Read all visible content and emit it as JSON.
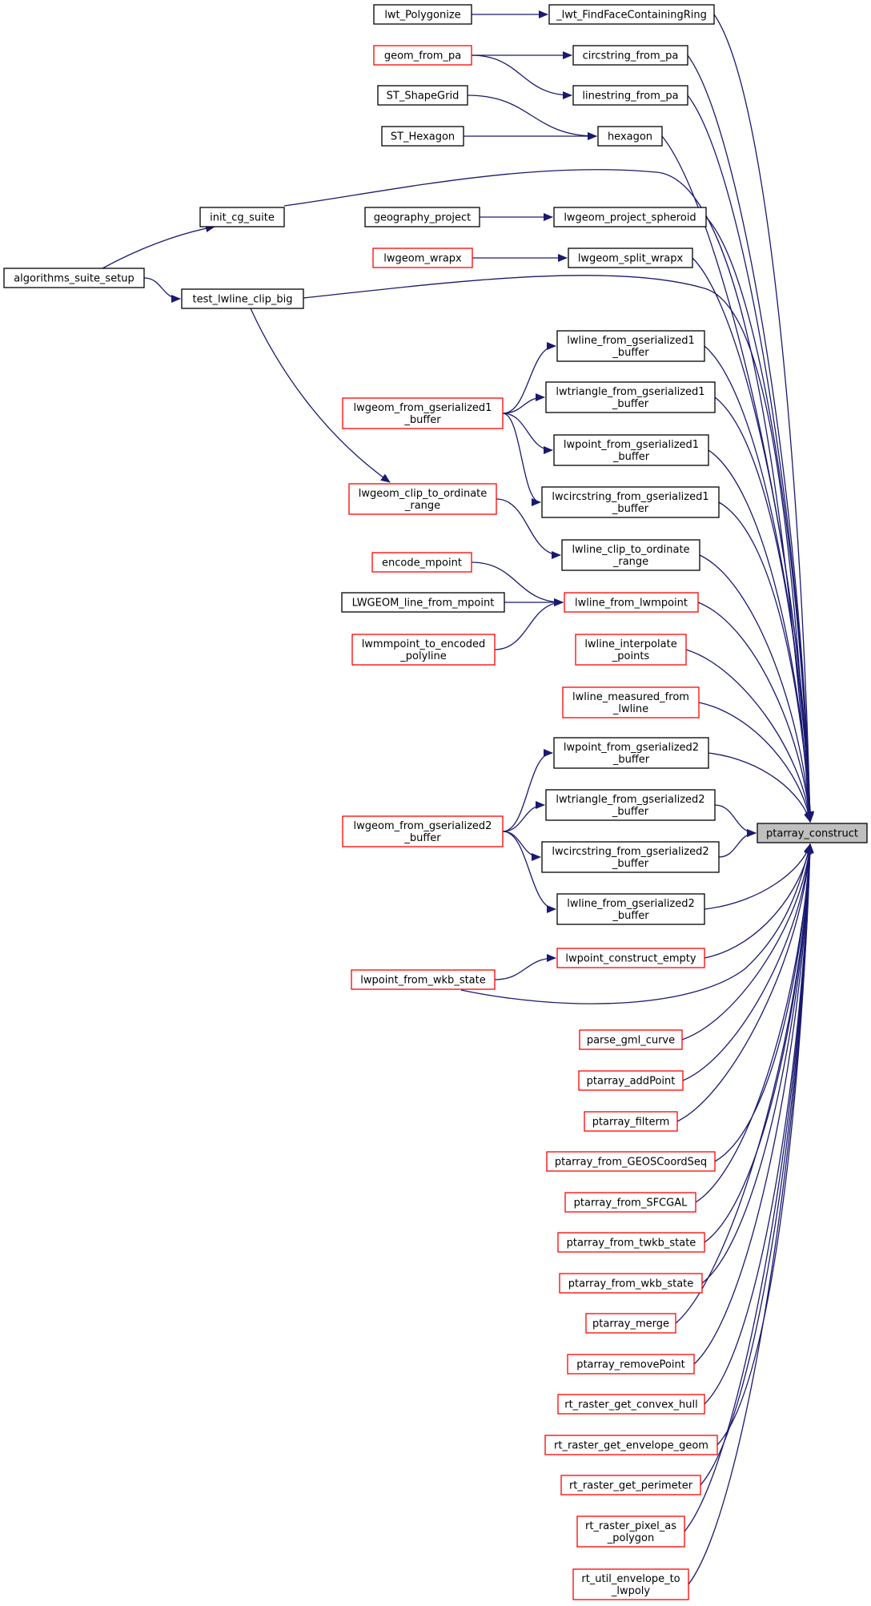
{
  "colors": {
    "edge": "#191970",
    "node_border": "#000000",
    "external_border": "#ff0000",
    "root_fill": "#bfbfbf",
    "background": "#ffffff"
  },
  "nodes": [
    {
      "id": "ptarray_construct",
      "lines": [
        "ptarray_construct"
      ],
      "kind": "root"
    },
    {
      "id": "_lwt_FindFaceContainingRing",
      "lines": [
        "_lwt_FindFaceContainingRing"
      ],
      "kind": "normal"
    },
    {
      "id": "lwt_Polygonize",
      "lines": [
        "lwt_Polygonize"
      ],
      "kind": "normal"
    },
    {
      "id": "circstring_from_pa",
      "lines": [
        "circstring_from_pa"
      ],
      "kind": "normal"
    },
    {
      "id": "geom_from_pa",
      "lines": [
        "geom_from_pa"
      ],
      "kind": "external"
    },
    {
      "id": "linestring_from_pa",
      "lines": [
        "linestring_from_pa"
      ],
      "kind": "normal"
    },
    {
      "id": "hexagon",
      "lines": [
        "hexagon"
      ],
      "kind": "normal"
    },
    {
      "id": "ST_ShapeGrid",
      "lines": [
        "ST_ShapeGrid"
      ],
      "kind": "normal"
    },
    {
      "id": "ST_Hexagon",
      "lines": [
        "ST_Hexagon"
      ],
      "kind": "normal"
    },
    {
      "id": "init_cg_suite",
      "lines": [
        "init_cg_suite"
      ],
      "kind": "normal"
    },
    {
      "id": "algorithms_suite_setup",
      "lines": [
        "algorithms_suite_setup"
      ],
      "kind": "normal"
    },
    {
      "id": "lwgeom_project_spheroid",
      "lines": [
        "lwgeom_project_spheroid"
      ],
      "kind": "normal"
    },
    {
      "id": "geography_project",
      "lines": [
        "geography_project"
      ],
      "kind": "normal"
    },
    {
      "id": "lwgeom_split_wrapx",
      "lines": [
        "lwgeom_split_wrapx"
      ],
      "kind": "normal"
    },
    {
      "id": "lwgeom_wrapx",
      "lines": [
        "lwgeom_wrapx"
      ],
      "kind": "external"
    },
    {
      "id": "test_lwline_clip_big",
      "lines": [
        "test_lwline_clip_big"
      ],
      "kind": "normal"
    },
    {
      "id": "lwline_from_gserialized1_buffer",
      "lines": [
        "lwline_from_gserialized1",
        "_buffer"
      ],
      "kind": "normal"
    },
    {
      "id": "lwgeom_from_gserialized1_buffer",
      "lines": [
        "lwgeom_from_gserialized1",
        "_buffer"
      ],
      "kind": "external"
    },
    {
      "id": "lwtriangle_from_gserialized1_buffer",
      "lines": [
        "lwtriangle_from_gserialized1",
        "_buffer"
      ],
      "kind": "normal"
    },
    {
      "id": "lwpoint_from_gserialized1_buffer",
      "lines": [
        "lwpoint_from_gserialized1",
        "_buffer"
      ],
      "kind": "normal"
    },
    {
      "id": "lwcircstring_from_gserialized1_buffer",
      "lines": [
        "lwcircstring_from_gserialized1",
        "_buffer"
      ],
      "kind": "normal"
    },
    {
      "id": "lwgeom_clip_to_ordinate_range",
      "lines": [
        "lwgeom_clip_to_ordinate",
        "_range"
      ],
      "kind": "external"
    },
    {
      "id": "lwline_clip_to_ordinate_range",
      "lines": [
        "lwline_clip_to_ordinate",
        "_range"
      ],
      "kind": "normal"
    },
    {
      "id": "encode_mpoint",
      "lines": [
        "encode_mpoint"
      ],
      "kind": "external"
    },
    {
      "id": "lwline_from_lwmpoint",
      "lines": [
        "lwline_from_lwmpoint"
      ],
      "kind": "external"
    },
    {
      "id": "LWGEOM_line_from_mpoint",
      "lines": [
        "LWGEOM_line_from_mpoint"
      ],
      "kind": "normal"
    },
    {
      "id": "lwmmpoint_to_encoded_polyline",
      "lines": [
        "lwmmpoint_to_encoded",
        "_polyline"
      ],
      "kind": "external"
    },
    {
      "id": "lwline_interpolate_points",
      "lines": [
        "lwline_interpolate",
        "_points"
      ],
      "kind": "external"
    },
    {
      "id": "lwline_measured_from_lwline",
      "lines": [
        "lwline_measured_from",
        "_lwline"
      ],
      "kind": "external"
    },
    {
      "id": "lwpoint_from_gserialized2_buffer",
      "lines": [
        "lwpoint_from_gserialized2",
        "_buffer"
      ],
      "kind": "normal"
    },
    {
      "id": "lwtriangle_from_gserialized2_buffer",
      "lines": [
        "lwtriangle_from_gserialized2",
        "_buffer"
      ],
      "kind": "normal"
    },
    {
      "id": "lwgeom_from_gserialized2_buffer",
      "lines": [
        "lwgeom_from_gserialized2",
        "_buffer"
      ],
      "kind": "external"
    },
    {
      "id": "lwcircstring_from_gserialized2_buffer",
      "lines": [
        "lwcircstring_from_gserialized2",
        "_buffer"
      ],
      "kind": "normal"
    },
    {
      "id": "lwline_from_gserialized2_buffer",
      "lines": [
        "lwline_from_gserialized2",
        "_buffer"
      ],
      "kind": "normal"
    },
    {
      "id": "lwpoint_construct_empty",
      "lines": [
        "lwpoint_construct_empty"
      ],
      "kind": "external"
    },
    {
      "id": "lwpoint_from_wkb_state",
      "lines": [
        "lwpoint_from_wkb_state"
      ],
      "kind": "external"
    },
    {
      "id": "parse_gml_curve",
      "lines": [
        "parse_gml_curve"
      ],
      "kind": "external"
    },
    {
      "id": "ptarray_addPoint",
      "lines": [
        "ptarray_addPoint"
      ],
      "kind": "external"
    },
    {
      "id": "ptarray_filterm",
      "lines": [
        "ptarray_filterm"
      ],
      "kind": "external"
    },
    {
      "id": "ptarray_from_GEOSCoordSeq",
      "lines": [
        "ptarray_from_GEOSCoordSeq"
      ],
      "kind": "external"
    },
    {
      "id": "ptarray_from_SFCGAL",
      "lines": [
        "ptarray_from_SFCGAL"
      ],
      "kind": "external"
    },
    {
      "id": "ptarray_from_twkb_state",
      "lines": [
        "ptarray_from_twkb_state"
      ],
      "kind": "external"
    },
    {
      "id": "ptarray_from_wkb_state",
      "lines": [
        "ptarray_from_wkb_state"
      ],
      "kind": "external"
    },
    {
      "id": "ptarray_merge",
      "lines": [
        "ptarray_merge"
      ],
      "kind": "external"
    },
    {
      "id": "ptarray_removePoint",
      "lines": [
        "ptarray_removePoint"
      ],
      "kind": "external"
    },
    {
      "id": "rt_raster_get_convex_hull",
      "lines": [
        "rt_raster_get_convex_hull"
      ],
      "kind": "external"
    },
    {
      "id": "rt_raster_get_envelope_geom",
      "lines": [
        "rt_raster_get_envelope_geom"
      ],
      "kind": "external"
    },
    {
      "id": "rt_raster_get_perimeter",
      "lines": [
        "rt_raster_get_perimeter"
      ],
      "kind": "external"
    },
    {
      "id": "rt_raster_pixel_as_polygon",
      "lines": [
        "rt_raster_pixel_as",
        "_polygon"
      ],
      "kind": "external"
    },
    {
      "id": "rt_util_envelope_to_lwpoly",
      "lines": [
        "rt_util_envelope_to",
        "_lwpoly"
      ],
      "kind": "external"
    }
  ],
  "edges": [
    {
      "from": "lwt_Polygonize",
      "to": "_lwt_FindFaceContainingRing"
    },
    {
      "from": "geom_from_pa",
      "to": "circstring_from_pa"
    },
    {
      "from": "geom_from_pa",
      "to": "linestring_from_pa"
    },
    {
      "from": "ST_ShapeGrid",
      "to": "hexagon"
    },
    {
      "from": "ST_Hexagon",
      "to": "hexagon"
    },
    {
      "from": "algorithms_suite_setup",
      "to": "init_cg_suite"
    },
    {
      "from": "algorithms_suite_setup",
      "to": "test_lwline_clip_big"
    },
    {
      "from": "geography_project",
      "to": "lwgeom_project_spheroid"
    },
    {
      "from": "lwgeom_wrapx",
      "to": "lwgeom_split_wrapx"
    },
    {
      "from": "test_lwline_clip_big",
      "to": "lwgeom_clip_to_ordinate_range"
    },
    {
      "from": "lwgeom_from_gserialized1_buffer",
      "to": "lwline_from_gserialized1_buffer"
    },
    {
      "from": "lwgeom_from_gserialized1_buffer",
      "to": "lwtriangle_from_gserialized1_buffer"
    },
    {
      "from": "lwgeom_from_gserialized1_buffer",
      "to": "lwpoint_from_gserialized1_buffer"
    },
    {
      "from": "lwgeom_from_gserialized1_buffer",
      "to": "lwcircstring_from_gserialized1_buffer"
    },
    {
      "from": "lwgeom_clip_to_ordinate_range",
      "to": "lwline_clip_to_ordinate_range"
    },
    {
      "from": "encode_mpoint",
      "to": "lwline_from_lwmpoint"
    },
    {
      "from": "LWGEOM_line_from_mpoint",
      "to": "lwline_from_lwmpoint"
    },
    {
      "from": "lwmmpoint_to_encoded_polyline",
      "to": "lwline_from_lwmpoint"
    },
    {
      "from": "lwgeom_from_gserialized2_buffer",
      "to": "lwpoint_from_gserialized2_buffer"
    },
    {
      "from": "lwgeom_from_gserialized2_buffer",
      "to": "lwtriangle_from_gserialized2_buffer"
    },
    {
      "from": "lwgeom_from_gserialized2_buffer",
      "to": "lwcircstring_from_gserialized2_buffer"
    },
    {
      "from": "lwgeom_from_gserialized2_buffer",
      "to": "lwline_from_gserialized2_buffer"
    },
    {
      "from": "lwpoint_from_wkb_state",
      "to": "lwpoint_construct_empty"
    },
    {
      "from": "_lwt_FindFaceContainingRing",
      "to": "ptarray_construct"
    },
    {
      "from": "circstring_from_pa",
      "to": "ptarray_construct"
    },
    {
      "from": "linestring_from_pa",
      "to": "ptarray_construct"
    },
    {
      "from": "hexagon",
      "to": "ptarray_construct"
    },
    {
      "from": "init_cg_suite",
      "to": "ptarray_construct"
    },
    {
      "from": "lwgeom_project_spheroid",
      "to": "ptarray_construct"
    },
    {
      "from": "lwgeom_split_wrapx",
      "to": "ptarray_construct"
    },
    {
      "from": "test_lwline_clip_big",
      "to": "ptarray_construct"
    },
    {
      "from": "lwline_from_gserialized1_buffer",
      "to": "ptarray_construct"
    },
    {
      "from": "lwtriangle_from_gserialized1_buffer",
      "to": "ptarray_construct"
    },
    {
      "from": "lwpoint_from_gserialized1_buffer",
      "to": "ptarray_construct"
    },
    {
      "from": "lwcircstring_from_gserialized1_buffer",
      "to": "ptarray_construct"
    },
    {
      "from": "lwline_clip_to_ordinate_range",
      "to": "ptarray_construct"
    },
    {
      "from": "lwline_from_lwmpoint",
      "to": "ptarray_construct"
    },
    {
      "from": "lwline_interpolate_points",
      "to": "ptarray_construct"
    },
    {
      "from": "lwline_measured_from_lwline",
      "to": "ptarray_construct"
    },
    {
      "from": "lwpoint_from_gserialized2_buffer",
      "to": "ptarray_construct"
    },
    {
      "from": "lwtriangle_from_gserialized2_buffer",
      "to": "ptarray_construct"
    },
    {
      "from": "lwcircstring_from_gserialized2_buffer",
      "to": "ptarray_construct"
    },
    {
      "from": "lwline_from_gserialized2_buffer",
      "to": "ptarray_construct"
    },
    {
      "from": "lwpoint_construct_empty",
      "to": "ptarray_construct"
    },
    {
      "from": "lwpoint_from_wkb_state",
      "to": "ptarray_construct"
    },
    {
      "from": "parse_gml_curve",
      "to": "ptarray_construct"
    },
    {
      "from": "ptarray_addPoint",
      "to": "ptarray_construct"
    },
    {
      "from": "ptarray_filterm",
      "to": "ptarray_construct"
    },
    {
      "from": "ptarray_from_GEOSCoordSeq",
      "to": "ptarray_construct"
    },
    {
      "from": "ptarray_from_SFCGAL",
      "to": "ptarray_construct"
    },
    {
      "from": "ptarray_from_twkb_state",
      "to": "ptarray_construct"
    },
    {
      "from": "ptarray_from_wkb_state",
      "to": "ptarray_construct"
    },
    {
      "from": "ptarray_merge",
      "to": "ptarray_construct"
    },
    {
      "from": "ptarray_removePoint",
      "to": "ptarray_construct"
    },
    {
      "from": "rt_raster_get_convex_hull",
      "to": "ptarray_construct"
    },
    {
      "from": "rt_raster_get_envelope_geom",
      "to": "ptarray_construct"
    },
    {
      "from": "rt_raster_get_perimeter",
      "to": "ptarray_construct"
    },
    {
      "from": "rt_raster_pixel_as_polygon",
      "to": "ptarray_construct"
    },
    {
      "from": "rt_util_envelope_to_lwpoly",
      "to": "ptarray_construct"
    }
  ]
}
